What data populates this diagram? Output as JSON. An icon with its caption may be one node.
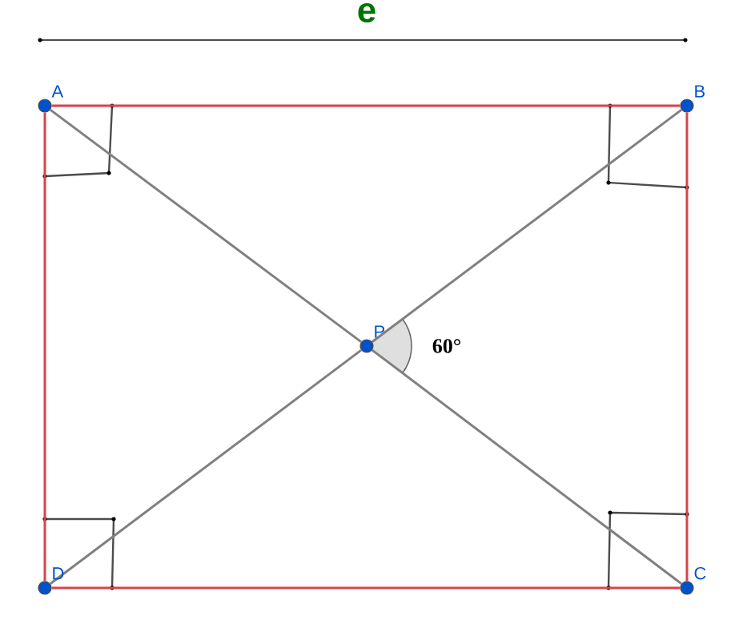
{
  "diagram": {
    "nodes": [
      {
        "text": [],
        "shape": "circle",
        "beside": [
          "A"
        ]
      },
      {
        "text": [],
        "shape": "circle",
        "beside": [
          "B"
        ]
      },
      {
        "text": [],
        "shape": "circle",
        "beside": [
          "C"
        ]
      },
      {
        "text": [],
        "shape": "circle",
        "beside": [
          "D"
        ]
      },
      {
        "text": [],
        "shape": "circle",
        "beside": [
          "P"
        ]
      }
    ],
    "edges": [
      {
        "from": 0,
        "to": 1,
        "arrow": "none",
        "color": "#d9434b"
      },
      {
        "from": 1,
        "to": 2,
        "arrow": "none",
        "color": "#d9434b"
      },
      {
        "from": 2,
        "to": 3,
        "arrow": "none",
        "color": "#d9434b"
      },
      {
        "from": 3,
        "to": 0,
        "arrow": "none",
        "color": "#d9434b"
      },
      {
        "from": 0,
        "to": 4,
        "arrow": "none",
        "color": "#808080"
      },
      {
        "from": 4,
        "to": 2,
        "arrow": "none",
        "color": "#808080"
      },
      {
        "from": 1,
        "to": 4,
        "arrow": "none",
        "color": "#808080"
      },
      {
        "from": 4,
        "to": 3,
        "arrow": "none",
        "color": "#808080"
      }
    ],
    "labels": [
      "e",
      "60°"
    ]
  }
}
